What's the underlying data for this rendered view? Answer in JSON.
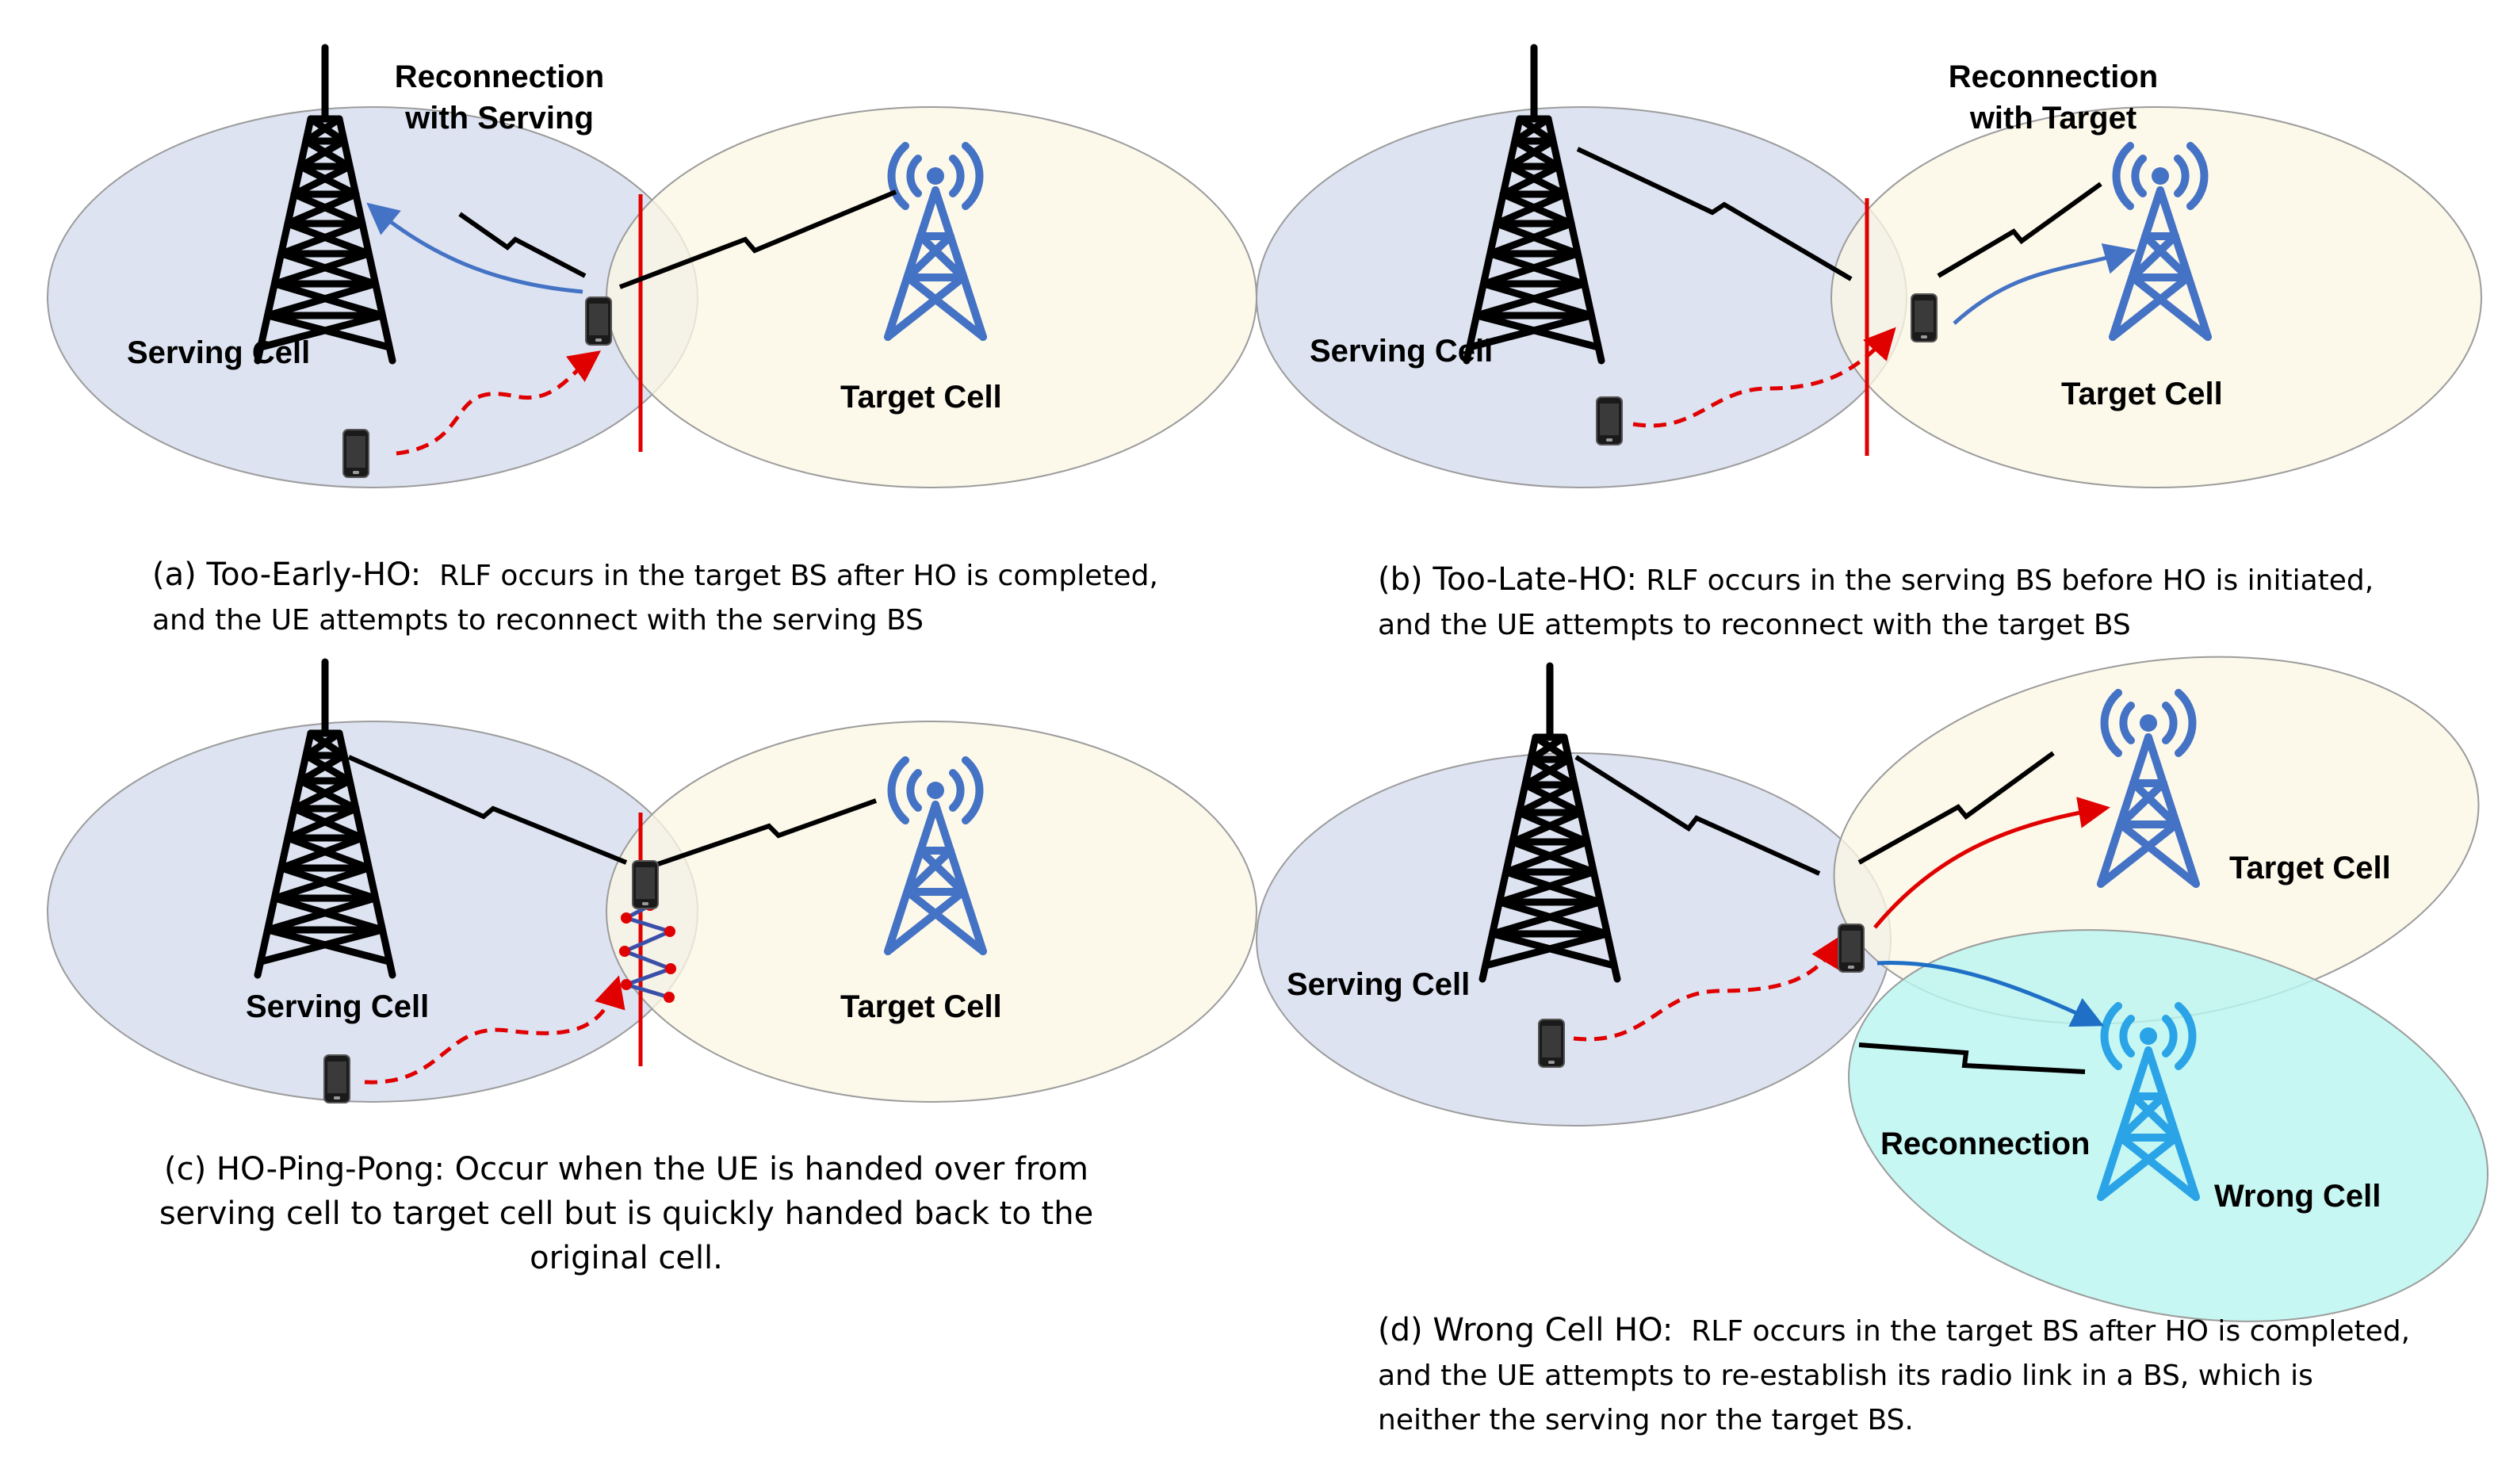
{
  "colors": {
    "serving_fill": "#dde3f1",
    "target_fill": "#fbf6e4",
    "wrong_fill": "#b9f5f0",
    "ellipse_stroke": "#9c9c9c",
    "boundary": "#e00000",
    "link": "#000000",
    "tower_black": "#000000",
    "tower_blue": "#4472c4",
    "tower_cyan": "#2aa4e6",
    "path_red": "#e00000",
    "reconn_blue": "#4472c4"
  },
  "icons": [
    "lattice-tower-icon",
    "cell-tower-icon",
    "mobile-phone-icon",
    "radio-link-icon"
  ],
  "panel_a": {
    "reconn_1": "Reconnection",
    "reconn_2": "with Serving",
    "serving": "Serving Cell",
    "target": "Target Cell",
    "cap_prefix": "(a) Too-Early-HO:",
    "cap_line1": "RLF occurs in the target BS after HO is completed,",
    "cap_line2": "and the UE attempts to reconnect with the serving BS"
  },
  "panel_b": {
    "reconn_1": "Reconnection",
    "reconn_2": "with Target",
    "serving": "Serving Cell",
    "target": "Target Cell",
    "cap_prefix": "(b) Too-Late-HO:",
    "cap_line1": "RLF occurs in the serving BS before HO is initiated,",
    "cap_line2": "and the UE attempts to reconnect with the target BS"
  },
  "panel_c": {
    "serving": "Serving Cell",
    "target": "Target Cell",
    "cap_line1": "(c) HO-Ping-Pong: Occur when the UE is handed over from",
    "cap_line2": "serving cell to target cell but is quickly handed back to the",
    "cap_line3": "original cell."
  },
  "panel_d": {
    "serving": "Serving Cell",
    "target": "Target Cell",
    "reconn": "Reconnection",
    "wrong": "Wrong Cell",
    "cap_prefix": "(d) Wrong Cell HO:",
    "cap_line1": "RLF occurs in the target BS after HO is completed,",
    "cap_line2": "and the UE attempts to re-establish its radio link in a BS, which is",
    "cap_line3": "neither the serving nor the target BS."
  }
}
